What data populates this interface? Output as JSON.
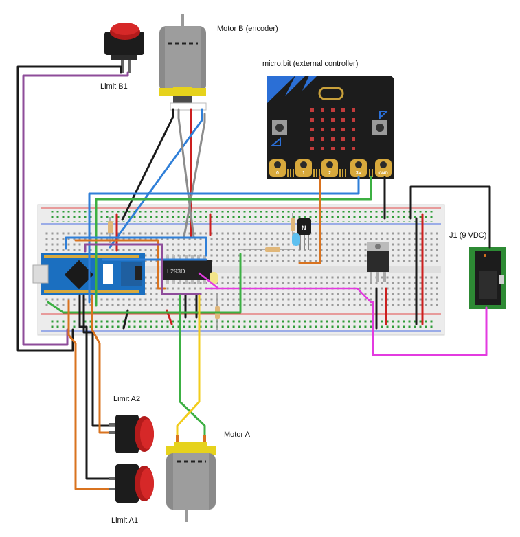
{
  "labels": {
    "motor_b": "Motor B (encoder)",
    "limit_b1": "Limit B1",
    "microbit": "micro:bit (external controller)",
    "j1": "J1 (9 VDC)",
    "limit_a2": "Limit A2",
    "limit_a1": "Limit A1",
    "motor_a": "Motor A"
  },
  "chip": {
    "l293d": "L293D"
  },
  "microbit_pins": {
    "p0": "0",
    "p1": "1",
    "p2": "2",
    "p3v": "3V",
    "gnd": "GND"
  },
  "transistor_mark": "N",
  "colors": {
    "black": "#1a1a1a",
    "purple": "#8e4c9a",
    "blue": "#2f7fd8",
    "green": "#3cb043",
    "orange": "#d9731f",
    "red": "#cc1f1f",
    "magenta": "#e33be0",
    "yellow": "#f2cc1c",
    "gray": "#8c8c8c",
    "breadboard": "#ececec",
    "pcb_green": "#2d8a34",
    "arduino": "#1b6fc0"
  }
}
